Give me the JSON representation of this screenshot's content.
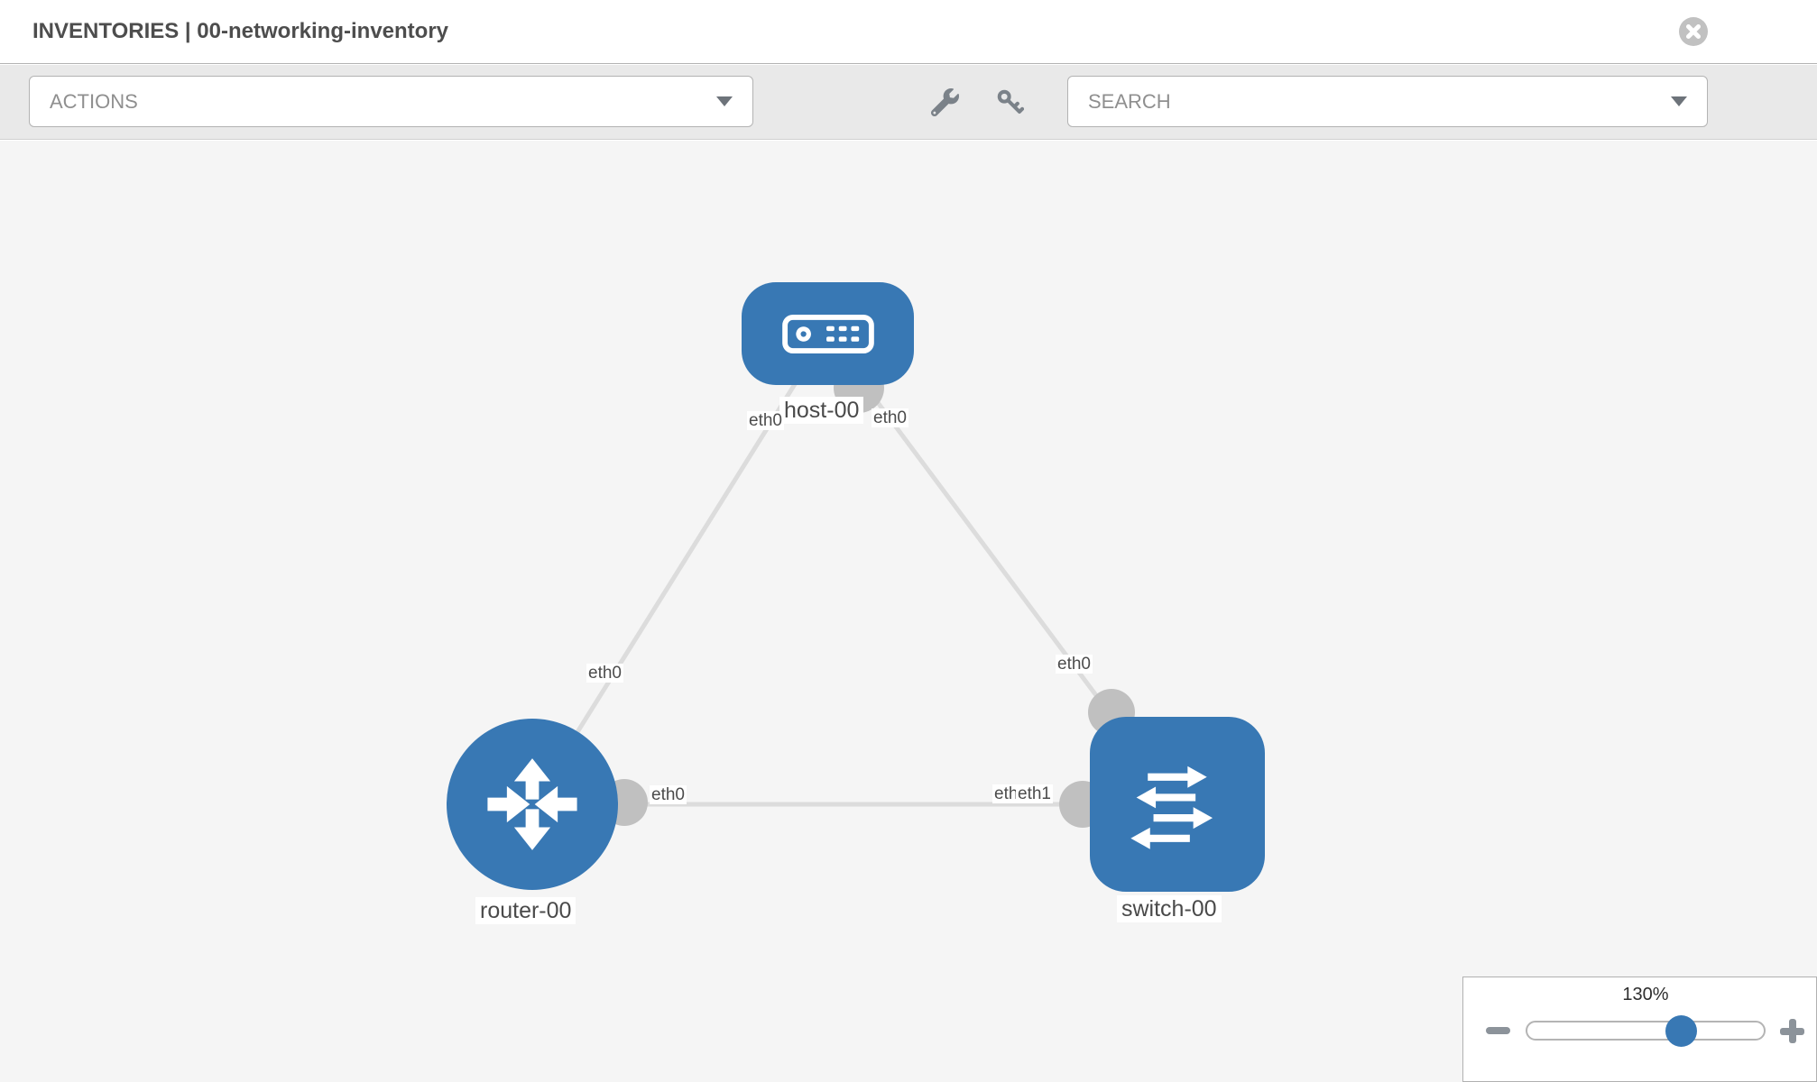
{
  "header": {
    "title": "INVENTORIES | 00-networking-inventory"
  },
  "toolbar": {
    "actions_label": "ACTIONS",
    "search_placeholder": "SEARCH"
  },
  "icons": {
    "close": "circle-x",
    "tool_left": "wrench",
    "tool_right": "key",
    "dropdown": "caret-down",
    "zoom_out": "minus",
    "zoom_in": "plus",
    "host_node": "server-faceplate",
    "router_node": "four-way-arrows",
    "switch_node": "staggered-arrows"
  },
  "colors": {
    "node_blue": "#3878b4",
    "edge_gray": "#dcdcdc",
    "endpoint_gray": "#c0c0c0",
    "canvas_bg": "#f5f5f5",
    "toolbar_bg": "#e9e9e9",
    "label_text": "#4a4a4a"
  },
  "topology": {
    "nodes": [
      {
        "id": "host-00",
        "type": "host",
        "label": "host-00"
      },
      {
        "id": "router-00",
        "type": "router",
        "label": "router-00"
      },
      {
        "id": "switch-00",
        "type": "switch",
        "label": "switch-00"
      }
    ],
    "links": [
      {
        "from": "host-00",
        "to": "router-00"
      },
      {
        "from": "host-00",
        "to": "switch-00"
      },
      {
        "from": "router-00",
        "to": "switch-00"
      }
    ],
    "interfaces": {
      "host_router_host_end": "eth0",
      "host_router_router_end": "eth0",
      "host_switch_host_end": "eth0",
      "host_switch_switch_end": "eth0",
      "router_switch_router_end": "eth0",
      "router_switch_switch_end": "eth1",
      "router_switch_switch_end_overlap": "eth0"
    }
  },
  "zoom_control": {
    "level": "130%"
  }
}
